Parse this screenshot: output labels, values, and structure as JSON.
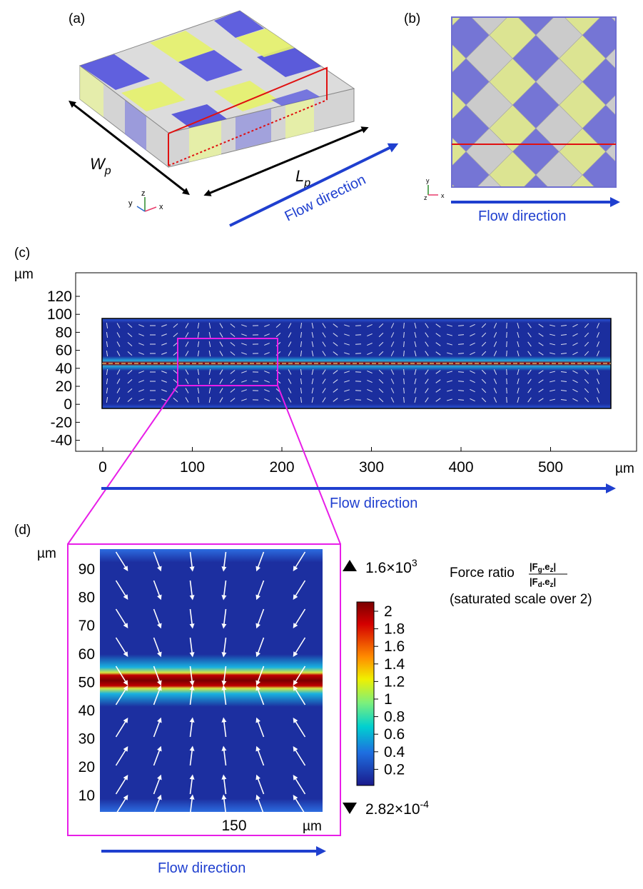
{
  "panels": {
    "a": {
      "label": "(a)",
      "width_symbol": "W",
      "width_sub": "p",
      "length_symbol": "L",
      "length_sub": "p",
      "flow_label": "Flow direction",
      "axes": {
        "x": "x",
        "y": "y",
        "z": "z"
      }
    },
    "b": {
      "label": "(b)",
      "flow_label": "Flow direction",
      "axes": {
        "x": "x",
        "y": "y",
        "z": "z"
      }
    },
    "c": {
      "label": "(c)",
      "unit_y": "µm",
      "unit_x": "µm",
      "y_ticks": [
        "120",
        "100",
        "80",
        "60",
        "40",
        "20",
        "0",
        "-20",
        "-40"
      ],
      "x_ticks": [
        "0",
        "100",
        "200",
        "300",
        "400",
        "500"
      ],
      "flow_label": "Flow direction"
    },
    "d": {
      "label": "(d)",
      "unit_y": "µm",
      "unit_x": "µm",
      "y_ticks": [
        "90",
        "80",
        "70",
        "60",
        "50",
        "40",
        "30",
        "20",
        "10"
      ],
      "x_ticks": [
        "150"
      ],
      "flow_label": "Flow direction",
      "max_label": "1.6×10",
      "max_exp": "3",
      "min_label": "2.82×10",
      "min_exp": "-4",
      "colorbar_ticks": [
        "2",
        "1.8",
        "1.6",
        "1.4",
        "1.2",
        "1",
        "0.8",
        "0.6",
        "0.4",
        "0.2"
      ],
      "force_title_prefix": "Force ratio",
      "force_numerator": "|F",
      "force_numerator_sub": "g",
      "force_numerator_rest": ".e",
      "force_numerator_sub2": "z",
      "force_denominator": "|F",
      "force_denominator_sub": "d",
      "force_denominator_rest": ".e",
      "force_denominator_sub2": "z",
      "force_subtitle": "(saturated scale over 2)"
    }
  },
  "colors": {
    "flow_arrow": "#1f3fcf",
    "highlight_box": "#e81ee8",
    "section_line": "#e01010",
    "blue_tile": "#3b3bd9",
    "yellow_tile": "#e6f26a",
    "gray_tile": "#c8c8c8",
    "field_bg": "#1a2a9c",
    "hot_band": "#8b0000"
  }
}
